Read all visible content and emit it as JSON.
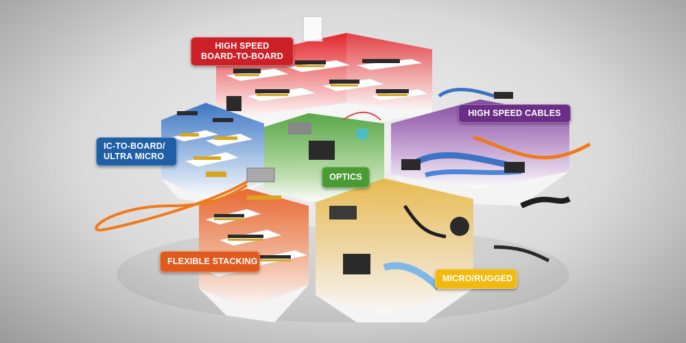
{
  "categories": [
    {
      "key": "high_speed_b2b",
      "lines": [
        "HIGH SPEED",
        "BOARD-TO-BOARD"
      ],
      "color": "#cc1f26"
    },
    {
      "key": "high_speed_cables",
      "lines": [
        "HIGH SPEED CABLES"
      ],
      "color": "#6b2e86"
    },
    {
      "key": "ic_to_board",
      "lines": [
        "IC-TO-BOARD/",
        "ULTRA MICRO"
      ],
      "color": "#1f5fa6"
    },
    {
      "key": "optics",
      "lines": [
        "OPTICS"
      ],
      "color": "#4a9b34"
    },
    {
      "key": "flexible_stacking",
      "lines": [
        "FLEXIBLE STACKING"
      ],
      "color": "#e05a1e"
    },
    {
      "key": "micro_rugged",
      "lines": [
        "MICRO/RUGGED"
      ],
      "color": "#f2b90f"
    }
  ],
  "colors": {
    "cable_orange": "#f07a1a",
    "connector_gold": "#d9a520",
    "connector_black": "#2a2a2a",
    "cable_blue": "#3e72c4"
  }
}
